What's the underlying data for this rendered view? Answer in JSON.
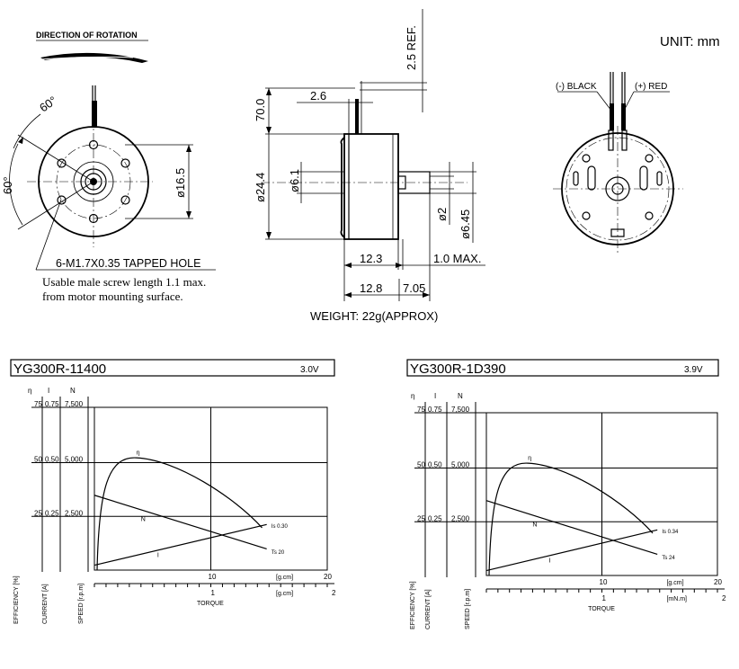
{
  "unit_label": "UNIT:  mm",
  "front_view": {
    "direction_label": "DIRECTION OF ROTATION",
    "angle_top": "60°",
    "angle_left": "60°",
    "dia": "ø16.5",
    "hole_spec": "6-M1.7X0.35 TAPPED HOLE",
    "note_line1": "Usable male screw length 1.1 max.",
    "note_line2": "from motor mounting surface."
  },
  "side_view": {
    "ref": "2.5 REF.",
    "dim_70": "70.0",
    "dim_26": "2.6",
    "dia_244": "ø24.4",
    "dia_61": "ø6.1",
    "dia_2": "ø2",
    "dia_645": "ø6.45",
    "dim_123": "12.3",
    "dim_10max": "1.0 MAX.",
    "dim_128": "12.8",
    "dim_705": "7.05",
    "weight": "WEIGHT: 22g(APPROX)"
  },
  "rear_view": {
    "black_label": "(-) BLACK",
    "red_label": "(+) RED"
  },
  "charts": [
    {
      "model": "YG300R-11400",
      "voltage": "3.0V",
      "col_eta": "η",
      "col_i": "I",
      "col_n": "N",
      "rows": [
        [
          "75",
          "0.75",
          "7,500"
        ],
        [
          "50",
          "0.50",
          "5,000"
        ],
        [
          "25",
          "0.25",
          "2,500"
        ]
      ],
      "ax_eff": "EFFICIENCY [%]",
      "ax_cur": "CURRENT [A]",
      "ax_spd": "SPEED [r.p.m]",
      "torque_label": "TORQUE",
      "top_ticks": [
        "10",
        "20"
      ],
      "top_unit": "[g.cm]",
      "bot_ticks": [
        "1",
        "2"
      ],
      "bot_unit": "[g.cm]",
      "lbl_eta": "η",
      "lbl_n": "N",
      "lbl_i": "I",
      "lbl_is": "Is 0.30",
      "lbl_ts": "Ts 20"
    },
    {
      "model": "YG300R-1D390",
      "voltage": "3.9V",
      "col_eta": "η",
      "col_i": "I",
      "col_n": "N",
      "rows": [
        [
          "75",
          "0.75",
          "7,500"
        ],
        [
          "50",
          "0.50",
          "5,000"
        ],
        [
          "25",
          "0.25",
          "2,500"
        ]
      ],
      "ax_eff": "EFFICIENCY [%]",
      "ax_cur": "CURRENT [A]",
      "ax_spd": "SPEED [r.p.m]",
      "torque_label": "TORQUE",
      "top_ticks": [
        "10",
        "20"
      ],
      "top_unit": "[g.cm]",
      "bot_ticks": [
        "1",
        "2"
      ],
      "bot_unit": "[mN.m]",
      "lbl_eta": "η",
      "lbl_n": "N",
      "lbl_i": "I",
      "lbl_is": "Is 0.34",
      "lbl_ts": "Ts 24"
    }
  ]
}
